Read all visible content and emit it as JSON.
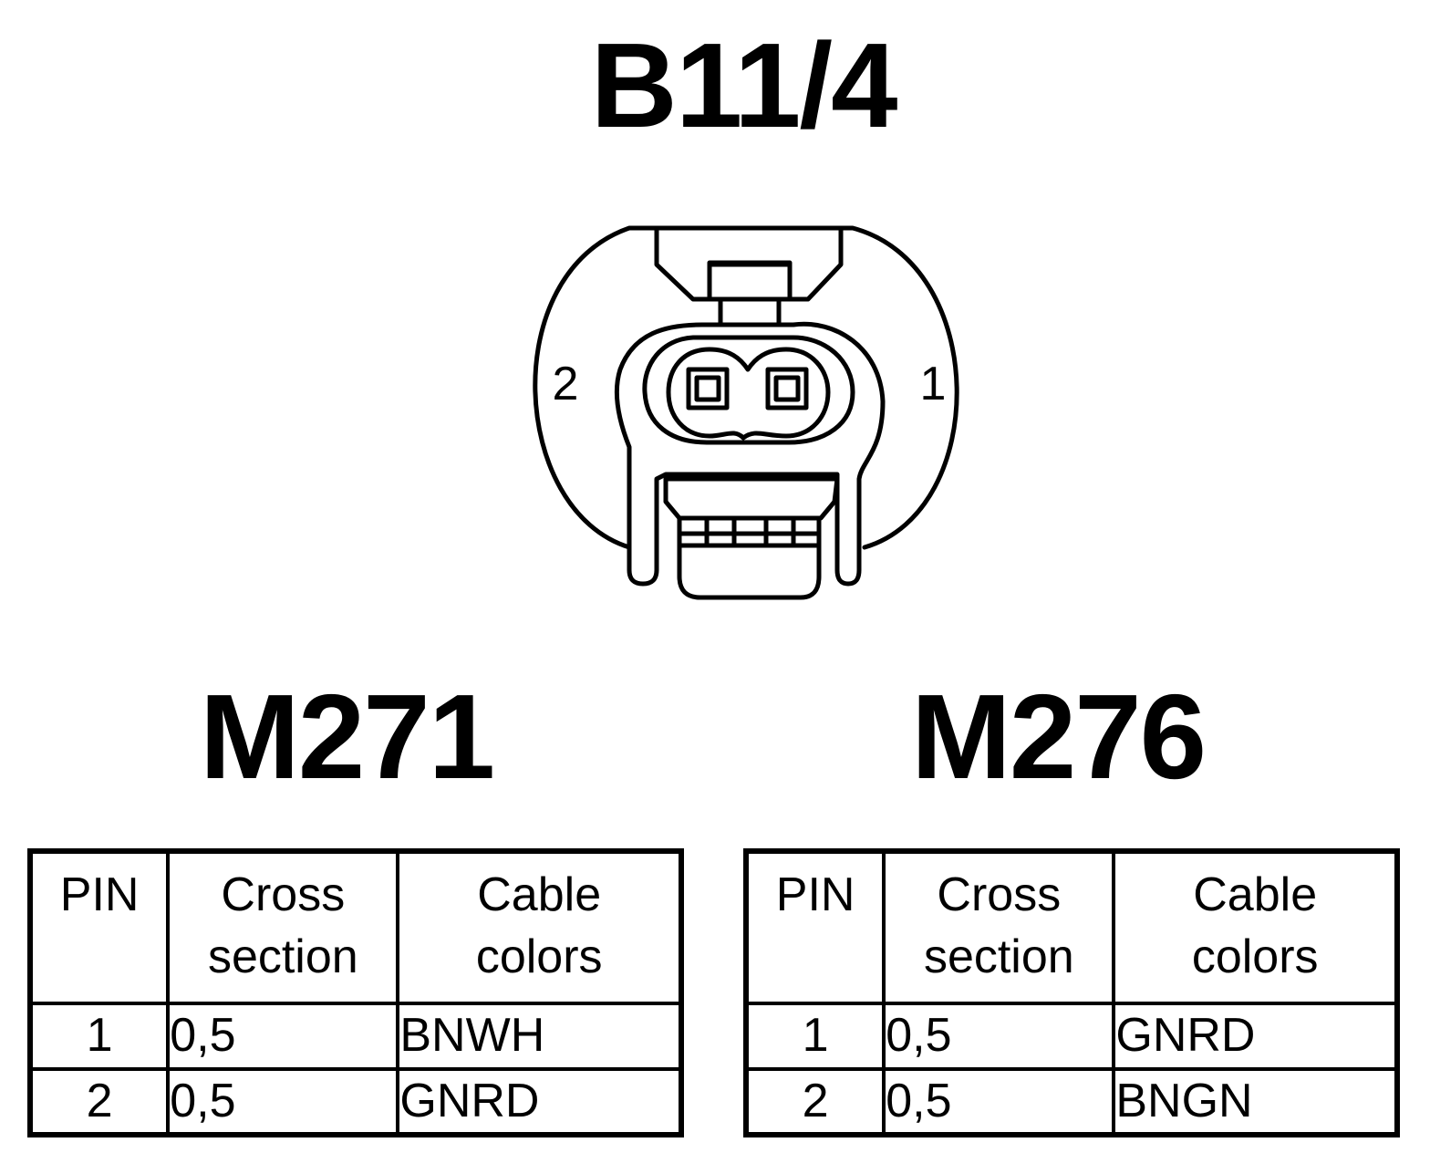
{
  "connector": {
    "title": "B11/4",
    "pin_left_label": "2",
    "pin_right_label": "1"
  },
  "tables": {
    "left": {
      "title": "M271",
      "headers": {
        "pin": "PIN",
        "cross_1": "Cross",
        "cross_2": "section",
        "cable_1": "Cable",
        "cable_2": "colors"
      },
      "rows": [
        {
          "pin": "1",
          "cross_section": "0,5",
          "color": "BNWH"
        },
        {
          "pin": "2",
          "cross_section": "0,5",
          "color": "GNRD"
        }
      ]
    },
    "right": {
      "title": "M276",
      "headers": {
        "pin": "PIN",
        "cross_1": "Cross",
        "cross_2": "section",
        "cable_1": "Cable",
        "cable_2": "colors"
      },
      "rows": [
        {
          "pin": "1",
          "cross_section": "0,5",
          "color": "GNRD"
        },
        {
          "pin": "2",
          "cross_section": "0,5",
          "color": "BNGN"
        }
      ]
    }
  }
}
